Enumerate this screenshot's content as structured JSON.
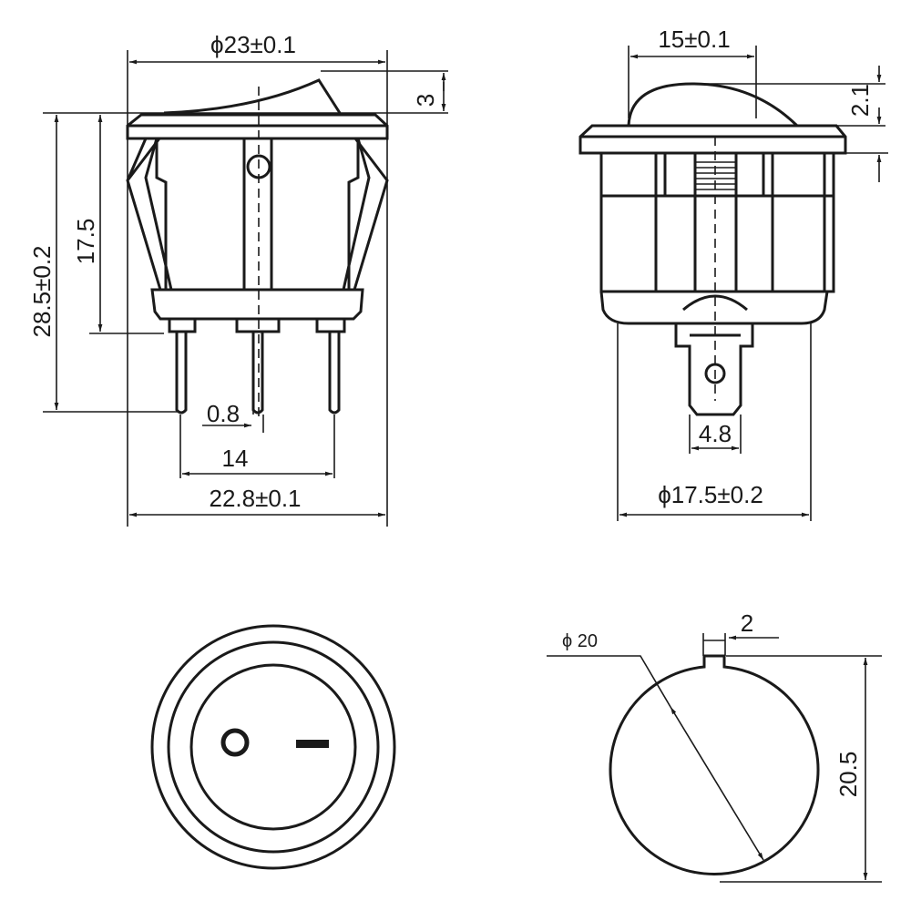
{
  "front_view": {
    "top_width": "ϕ23±0.1",
    "rocker_height": "3",
    "total_height": "28.5±0.2",
    "body_height": "17.5",
    "pin_width": "0.8",
    "pin_spacing": "14",
    "base_width": "22.8±0.1"
  },
  "side_view": {
    "dome_width": "15±0.1",
    "dome_height": "2.1",
    "terminal_width": "4.8",
    "body_diameter": "ϕ17.5±0.2"
  },
  "panel_cutout": {
    "diameter": "ϕ 20",
    "notch_width": "2",
    "height": "20.5"
  }
}
